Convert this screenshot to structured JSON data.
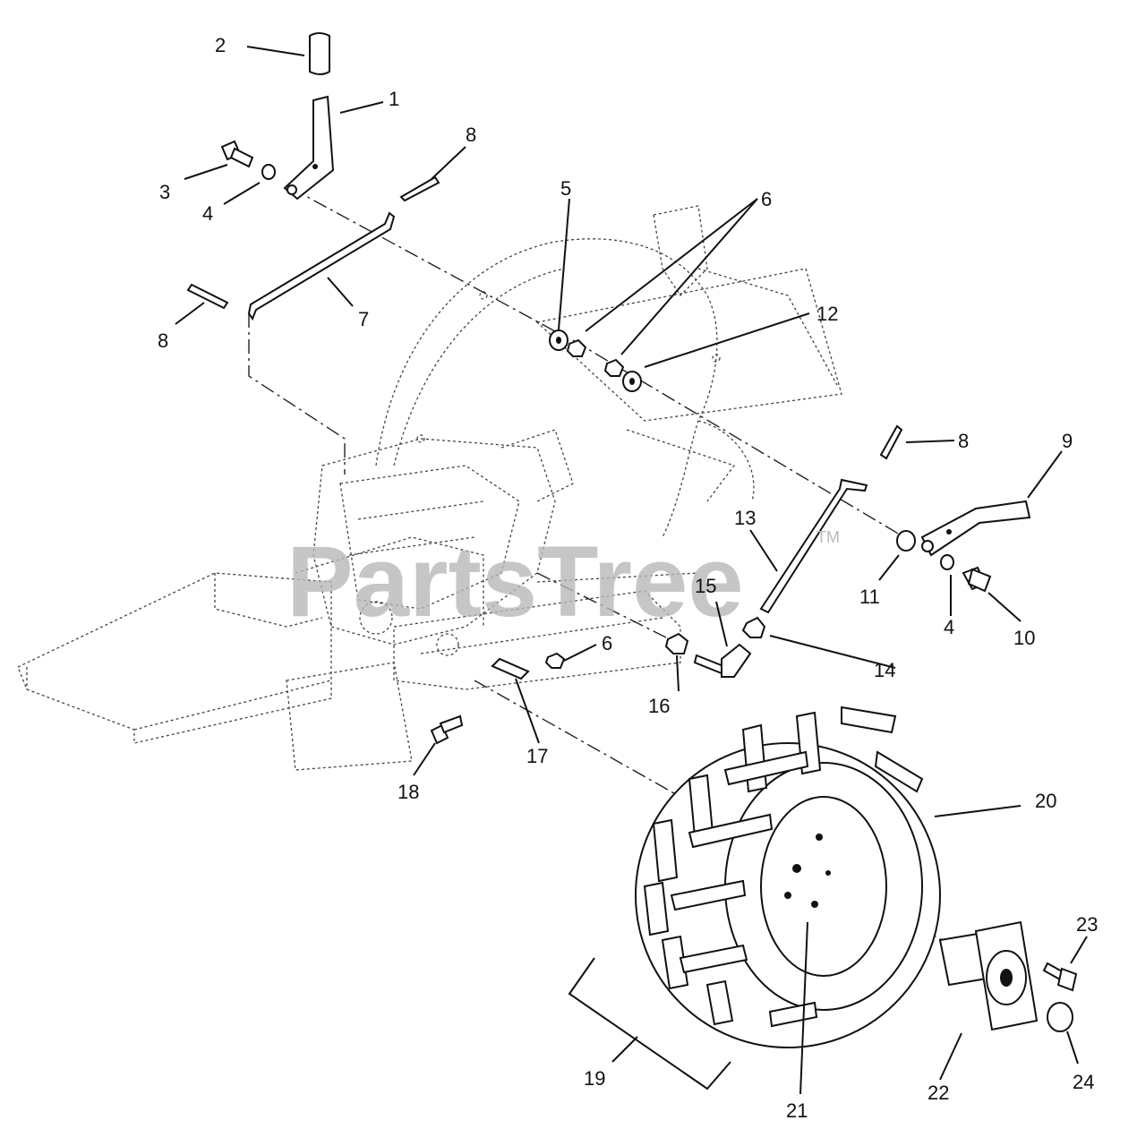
{
  "watermark": {
    "text": "PartsTree",
    "mark": "TM"
  },
  "callouts": [
    "1",
    "2",
    "3",
    "4",
    "5",
    "6",
    "7",
    "8",
    "9",
    "10",
    "11",
    "12",
    "13",
    "14",
    "15",
    "16",
    "17",
    "18",
    "19",
    "20",
    "21",
    "22",
    "23",
    "24"
  ],
  "colors": {
    "line": "#111111",
    "watermark": "#b9b9b9",
    "background": "#ffffff"
  }
}
